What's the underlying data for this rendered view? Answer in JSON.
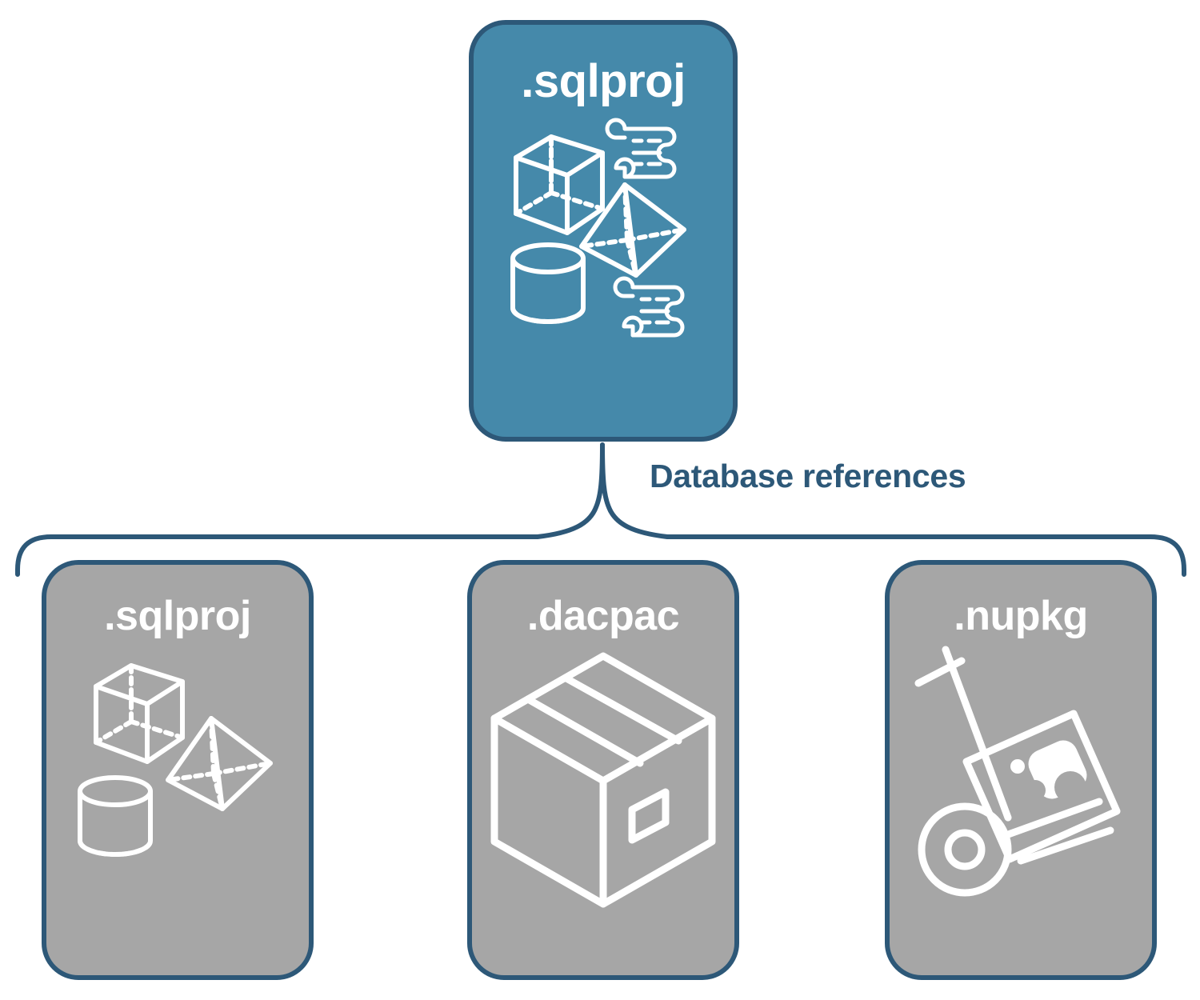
{
  "diagram": {
    "title_label": "Database references",
    "colors": {
      "primary_fill": "#4589aa",
      "secondary_fill": "#a6a6a6",
      "border": "#2d5878",
      "label_text": "#2d5878",
      "icon_stroke": "#ffffff",
      "background": "#ffffff"
    }
  },
  "root_node": {
    "title": ".sqlproj",
    "icons": [
      "wireframe-cube-icon",
      "script-scroll-icon",
      "wireframe-pyramid-icon",
      "wireframe-cylinder-icon",
      "script-scroll-icon"
    ]
  },
  "reference_nodes": [
    {
      "title": ".sqlproj",
      "icons": [
        "wireframe-cube-icon",
        "wireframe-pyramid-icon",
        "wireframe-cylinder-icon"
      ]
    },
    {
      "title": ".dacpac",
      "icons": [
        "package-box-icon"
      ]
    },
    {
      "title": ".nupkg",
      "icons": [
        "hand-truck-package-icon"
      ]
    }
  ]
}
